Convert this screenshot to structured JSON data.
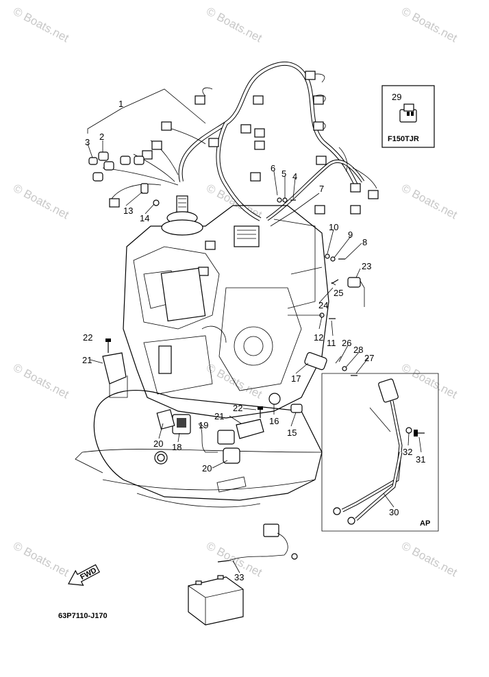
{
  "watermark": "© Boats.net",
  "diagram_code": "63P7110-J170",
  "inset_top_model": "F150TJR",
  "inset_top_callout": "29",
  "inset_bottom_label": "AP",
  "fwd_label": "FWD",
  "callouts": {
    "c1": "1",
    "c2": "2",
    "c3": "3",
    "c4": "4",
    "c5": "5",
    "c6": "6",
    "c7": "7",
    "c8": "8",
    "c9": "9",
    "c10": "10",
    "c11": "11",
    "c12": "12",
    "c13": "13",
    "c14": "14",
    "c15": "15",
    "c16": "16",
    "c17": "17",
    "c18": "18",
    "c19": "19",
    "c20a": "20",
    "c20b": "20",
    "c21a": "21",
    "c21b": "21",
    "c22a": "22",
    "c22b": "22",
    "c23": "23",
    "c24": "24",
    "c25": "25",
    "c26": "26",
    "c27": "27",
    "c28": "28",
    "c30": "30",
    "c31": "31",
    "c32": "32",
    "c33": "33"
  }
}
